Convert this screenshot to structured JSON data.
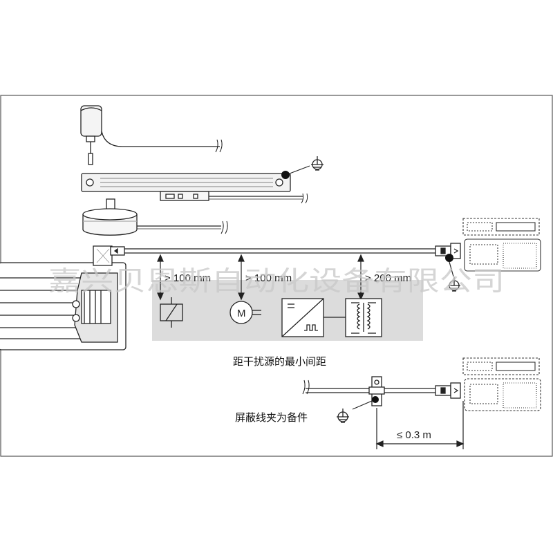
{
  "distances": {
    "relay": "> 100 mm",
    "motor": "> 100 mm",
    "transformer": "> 200 mm"
  },
  "motor_symbol": "M",
  "caption_min_distance": "距干扰源的最小间距",
  "caption_shield_clamp": "屏蔽线夹为备件",
  "clamp_distance": "≤ 0.3 m",
  "watermark": "嘉兴贝恩斯自动化设备有限公司",
  "colors": {
    "line": "#222222",
    "interference_zone": "#dcdcdc",
    "scale_body": "#f2f2f2"
  },
  "icons": [
    "power-adapter-icon",
    "linear-scale-icon",
    "rotary-encoder-icon",
    "ground-icon",
    "relay-icon",
    "motor-icon",
    "converter-icon",
    "transformer-icon",
    "display-unit-icon",
    "connector-icon",
    "shield-clamp-icon"
  ]
}
